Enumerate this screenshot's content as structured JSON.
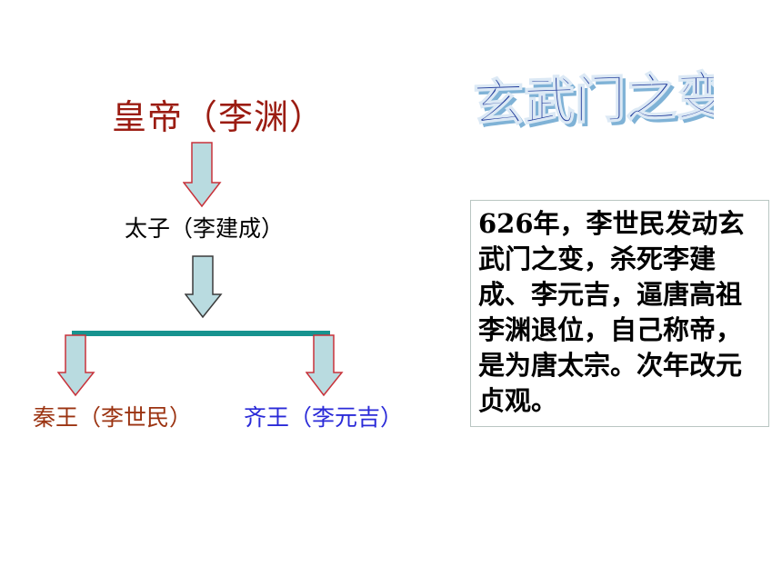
{
  "diagram": {
    "title": "玄武门之变",
    "nodes": {
      "emperor": "皇帝（李渊）",
      "crown_prince": "太子（李建成）",
      "qin_wang": "秦王（李世民）",
      "qi_wang": "齐王（李元吉）"
    },
    "description": "626年，李世民发动玄武门之变，杀死李建成、李元吉，逼唐高祖李渊退位，自己称帝，是为唐太宗。次年改元贞观。"
  },
  "colors": {
    "emperor_text": "#9b1c12",
    "crown_prince_text": "#000000",
    "qin_text": "#9b3311",
    "qi_text": "#2a2ad8",
    "arrow_fill": "#b9dbe0",
    "arrow_stroke_red": "#c8323a",
    "arrow_stroke_dark": "#3b3b3b",
    "branch_bar": "#17938f",
    "title_fill": "#1f3a9a",
    "title_shadow": "#7fb2d6"
  }
}
